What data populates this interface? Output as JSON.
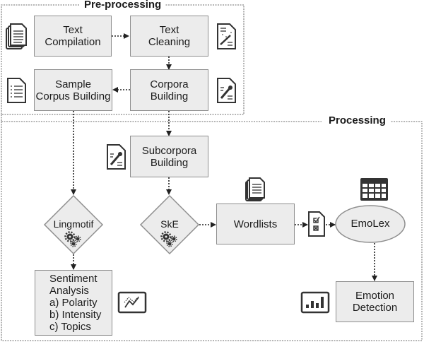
{
  "groups": {
    "preprocessing": {
      "label": "Pre-processing"
    },
    "processing": {
      "label": "Processing"
    }
  },
  "nodes": {
    "text_compilation": {
      "label": "Text\nCompilation",
      "shape": "rectangle",
      "icon": "document-stack-icon"
    },
    "text_cleaning": {
      "label": "Text\nCleaning",
      "shape": "rectangle",
      "icon": "document-magic-wand-icon"
    },
    "sample_corpus_building": {
      "label": "Sample\nCorpus Building",
      "shape": "rectangle",
      "icon": "document-list-icon"
    },
    "corpora_building": {
      "label": "Corpora\nBuilding",
      "shape": "rectangle",
      "icon": "document-wrench-icon"
    },
    "subcorpora_building": {
      "label": "Subcorpora\nBuilding",
      "shape": "rectangle",
      "icon": "document-wrench-icon"
    },
    "lingmotif": {
      "label": "Lingmotif",
      "shape": "diamond",
      "icon": "gears-icon"
    },
    "ske": {
      "label": "SkE",
      "shape": "diamond",
      "icon": "gears-icon"
    },
    "wordlists": {
      "label": "Wordlists",
      "shape": "rectangle",
      "icon": "document-stack-icon"
    },
    "emolex": {
      "label": "EmoLex",
      "shape": "ellipse",
      "icon": "table-icon"
    },
    "sentiment_analysis": {
      "label": "Sentiment\nAnalysis\na) Polarity\nb) Intensity\nc) Topics",
      "shape": "rectangle",
      "icon": "line-chart-icon"
    },
    "emotion_detection": {
      "label": "Emotion\nDetection",
      "shape": "rectangle",
      "icon": "bar-chart-icon"
    }
  },
  "edges": [
    {
      "from": "Text Compilation",
      "to": "Text Cleaning",
      "style": "dotted"
    },
    {
      "from": "Text Cleaning",
      "to": "Corpora Building",
      "style": "dotted"
    },
    {
      "from": "Corpora Building",
      "to": "Sample Corpus Building",
      "style": "dotted"
    },
    {
      "from": "Corpora Building",
      "to": "Subcorpora Building",
      "style": "dotted"
    },
    {
      "from": "Sample Corpus Building",
      "to": "Lingmotif",
      "style": "dotted"
    },
    {
      "from": "Subcorpora Building",
      "to": "SkE",
      "style": "dotted"
    },
    {
      "from": "SkE",
      "to": "Wordlists",
      "style": "dotted"
    },
    {
      "from": "Wordlists",
      "to": "EmoLex",
      "style": "dotted",
      "via_icon": "document-checklist-icon"
    },
    {
      "from": "Lingmotif",
      "to": "Sentiment Analysis",
      "style": "dotted"
    },
    {
      "from": "EmoLex",
      "to": "Emotion Detection",
      "style": "dotted"
    }
  ],
  "colors": {
    "node_fill": "#ececec",
    "node_border": "#8e8e8e",
    "edge": "#222222",
    "group_border": "#8a8a8a",
    "icon": "#333333"
  }
}
